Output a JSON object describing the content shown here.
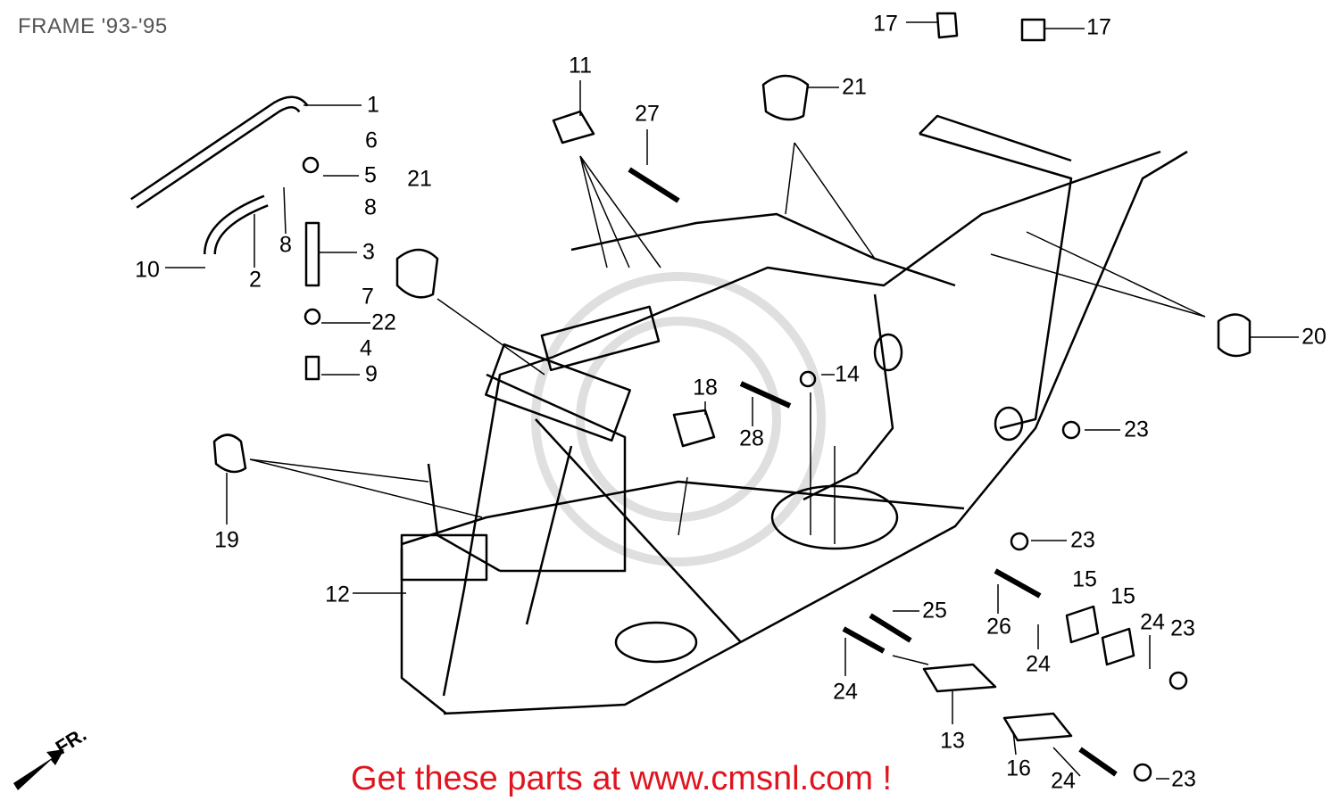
{
  "title": "FRAME '93-'95",
  "promo": "Get these parts at www.cmsnl.com !",
  "front_marker": "FR.",
  "callouts": [
    "17",
    "17",
    "11",
    "27",
    "21",
    "1",
    "6",
    "5",
    "8",
    "21",
    "8",
    "3",
    "10",
    "2",
    "7",
    "22",
    "4",
    "9",
    "20",
    "14",
    "18",
    "28",
    "23",
    "19",
    "23",
    "12",
    "15",
    "15",
    "25",
    "26",
    "24",
    "23",
    "24",
    "24",
    "13",
    "16",
    "24",
    "23"
  ],
  "colors": {
    "promo": "#e0141e",
    "title": "#555555",
    "line": "#000000"
  }
}
